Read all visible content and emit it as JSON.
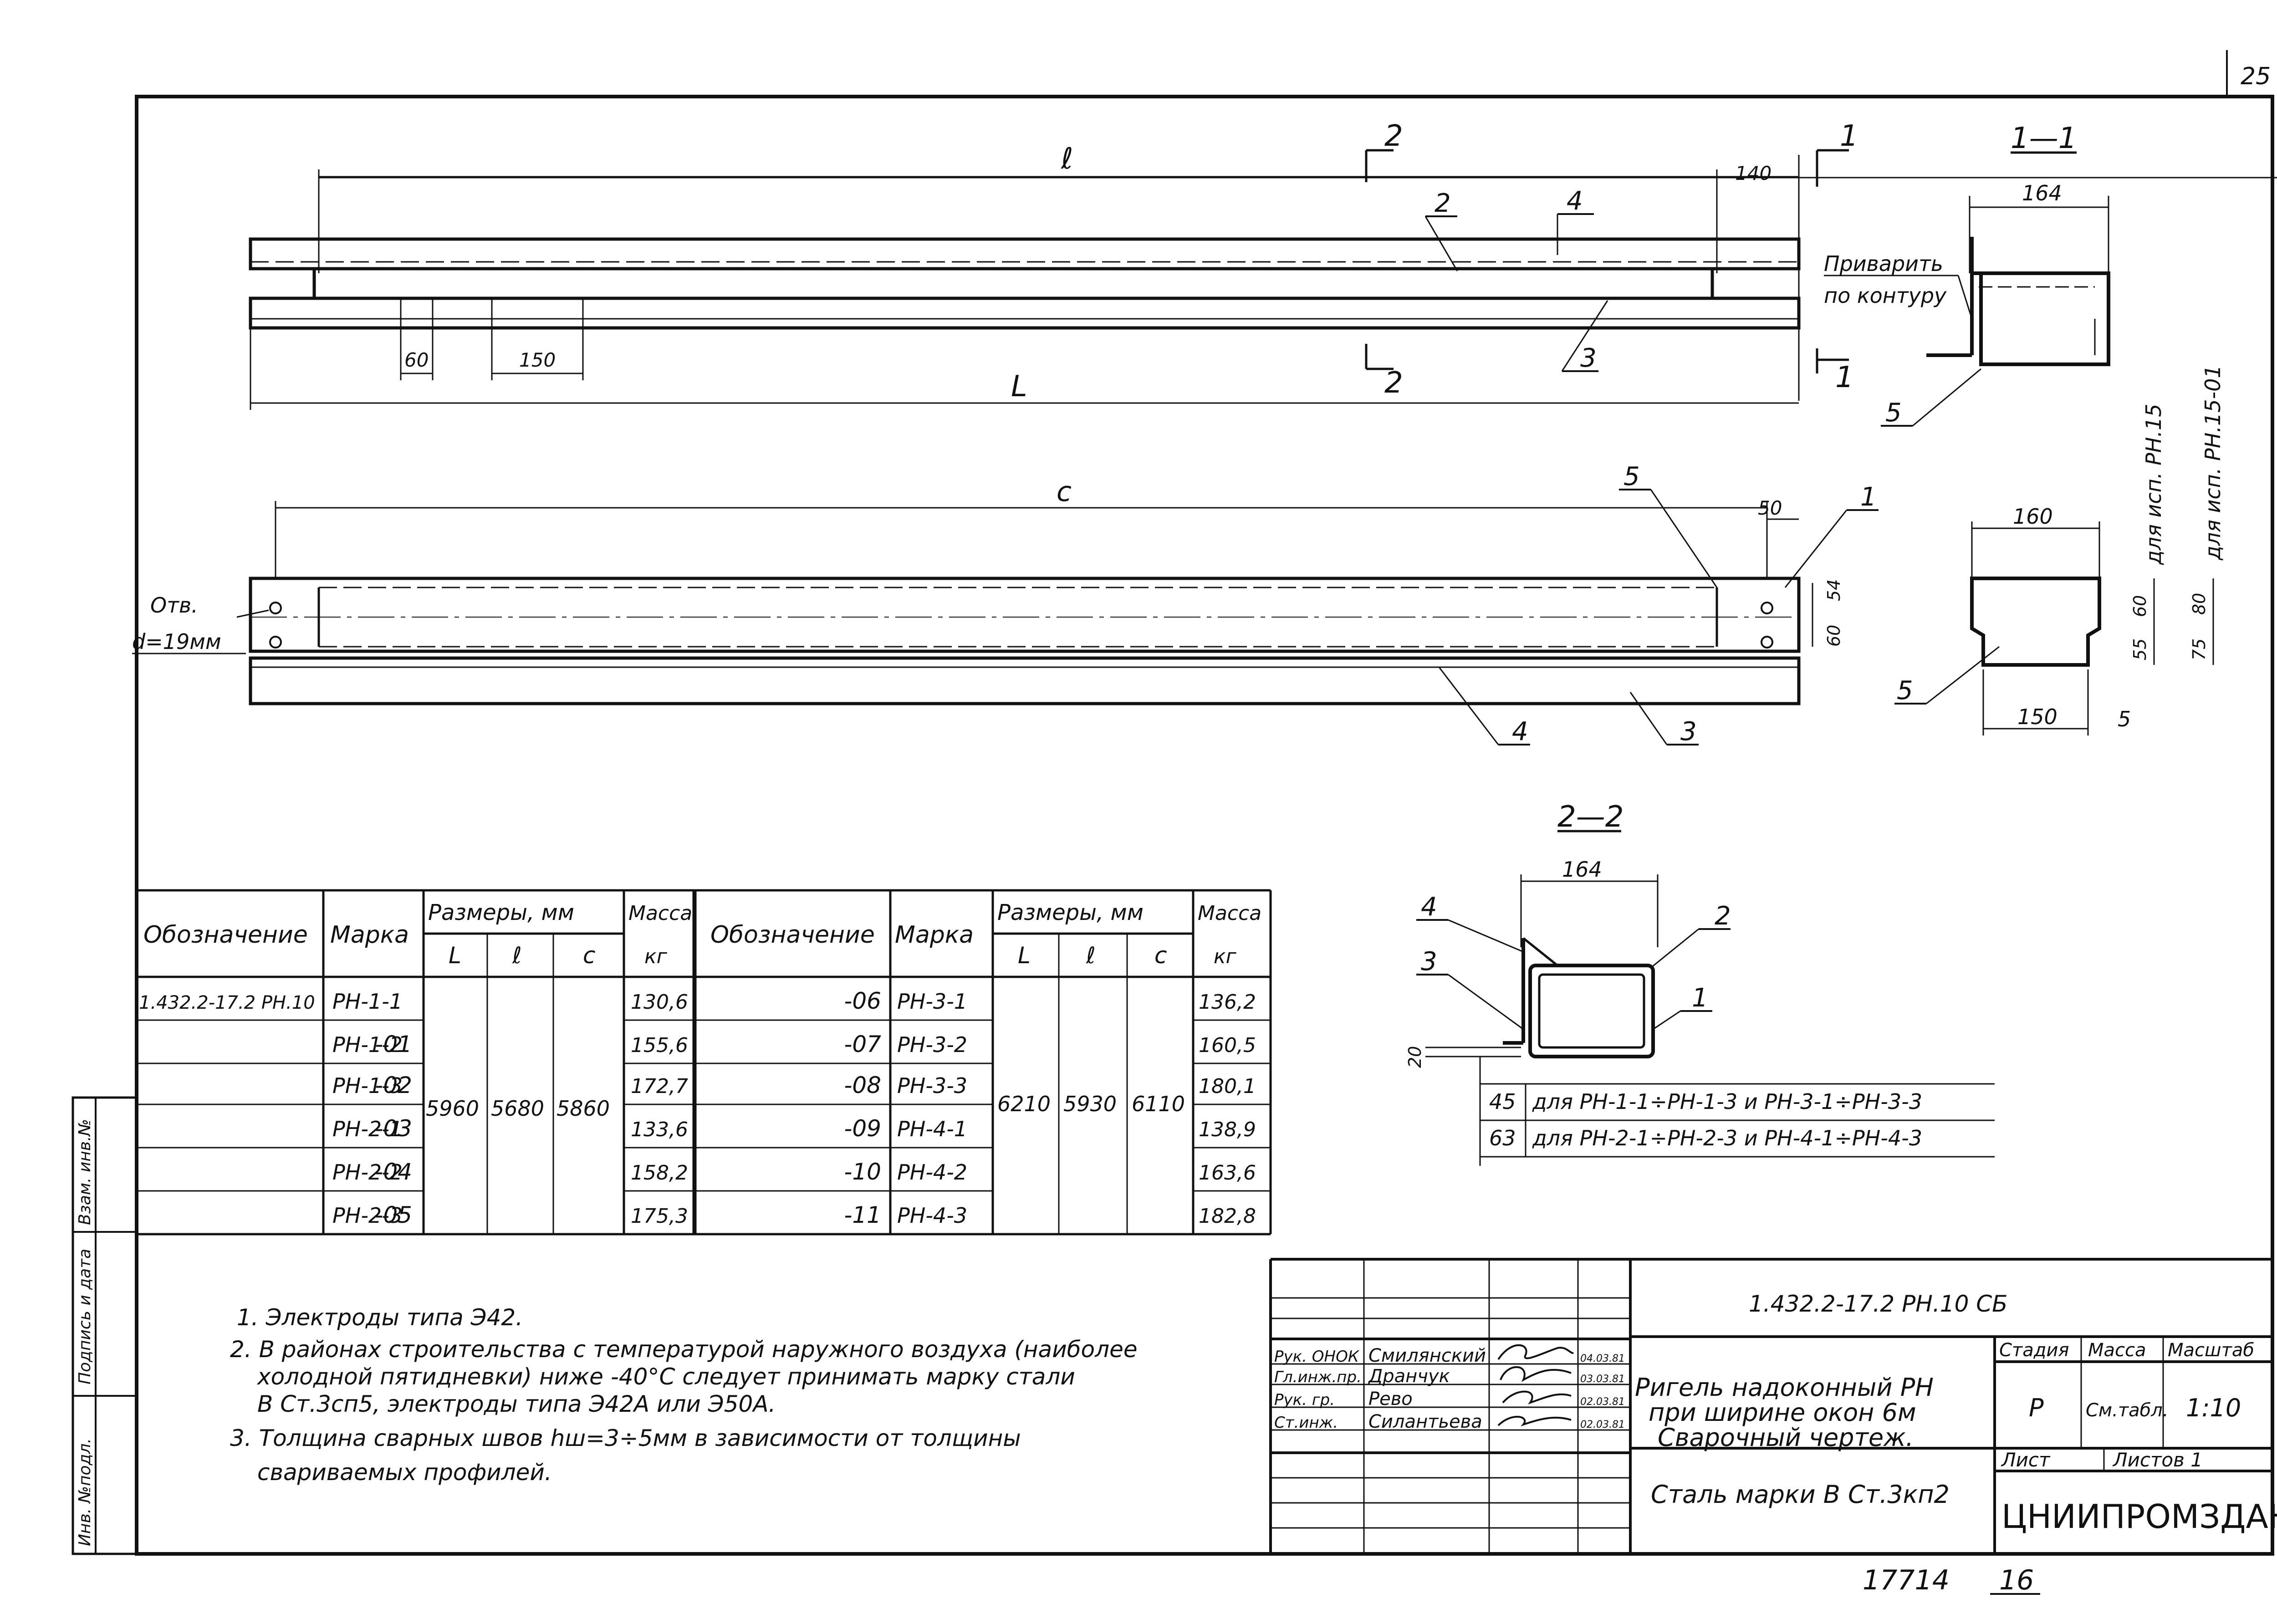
{
  "corner_mark": "25",
  "top_view": {
    "dim_l": "ℓ",
    "dim_L": "L",
    "dim_140": "140",
    "dim_60": "60",
    "dim_150": "150",
    "sec2": "2",
    "sec1": "1",
    "pos2": "2",
    "pos4": "4",
    "pos3": "3"
  },
  "section_1_1": {
    "title": "1—1",
    "dim_164": "164",
    "weld_note_1": "Приварить",
    "weld_note_2": "по контуру",
    "pos5": "5",
    "note_rn15": "для исп. РН.15",
    "note_rn1501": "для исп. РН.15-01"
  },
  "side_view": {
    "dim_c": "c",
    "dim_50": "50",
    "dim_60": "60",
    "dim_54": "54",
    "holes_1": "Отв.",
    "holes_2": "d=19мм",
    "pos5": "5",
    "pos1": "1",
    "pos4": "4",
    "pos3": "3"
  },
  "plate_detail": {
    "dim_160": "160",
    "dim_150": "150",
    "dim_5": "5",
    "dim_60": "60",
    "dim_55": "55",
    "dim_80": "80",
    "dim_75": "75",
    "pos5": "5"
  },
  "section_2_2": {
    "title": "2—2",
    "dim_164": "164",
    "dim_20": "20",
    "pos4": "4",
    "pos2": "2",
    "pos3": "3",
    "pos1": "1",
    "row1_val": "45",
    "row1_text": "для РН-1-1÷РН-1-3 и РН-3-1÷РН-3-3",
    "row2_val": "63",
    "row2_text": "для РН-2-1÷РН-2-3 и РН-4-1÷РН-4-3"
  },
  "table": {
    "h_designation": "Обозначение",
    "h_mark": "Марка",
    "h_dims": "Размеры, мм",
    "h_L": "L",
    "h_l": "ℓ",
    "h_c": "c",
    "h_mass": "Масса",
    "h_kg": "кг",
    "left": {
      "rows": [
        {
          "designation": "1.432.2-17.2 РН.10",
          "mark": "РН-1-1",
          "mass": "130,6"
        },
        {
          "designation": "-01",
          "mark": "РН-1-2",
          "mass": "155,6"
        },
        {
          "designation": "-02",
          "mark": "РН-1-3",
          "mass": "172,7"
        },
        {
          "designation": "-03",
          "mark": "РН-2-1",
          "mass": "133,6"
        },
        {
          "designation": "-04",
          "mark": "РН-2-2",
          "mass": "158,2"
        },
        {
          "designation": "-05",
          "mark": "РН-2-3",
          "mass": "175,3"
        }
      ],
      "L": "5960",
      "l": "5680",
      "c": "5860"
    },
    "right": {
      "rows": [
        {
          "designation": "-06",
          "mark": "РН-3-1",
          "mass": "136,2"
        },
        {
          "designation": "-07",
          "mark": "РН-3-2",
          "mass": "160,5"
        },
        {
          "designation": "-08",
          "mark": "РН-3-3",
          "mass": "180,1"
        },
        {
          "designation": "-09",
          "mark": "РН-4-1",
          "mass": "138,9"
        },
        {
          "designation": "-10",
          "mark": "РН-4-2",
          "mass": "163,6"
        },
        {
          "designation": "-11",
          "mark": "РН-4-3",
          "mass": "182,8"
        }
      ],
      "L": "6210",
      "l": "5930",
      "c": "6110"
    }
  },
  "notes": [
    "1. Электроды типа Э42.",
    "2. В районах строительства с температурой наружного воздуха (наиболее",
    "холодной пятидневки) ниже -40°С следует принимать марку стали",
    "В Ст.3сп5, электроды типа Э42А или Э50А.",
    "3. Толщина сварных швов hш=3÷5мм в зависимости от толщины",
    "свариваемых профилей."
  ],
  "side_stamp": {
    "inv_podl": "Инв. №подл.",
    "signature_date": "Подпись и дата",
    "vzam_inv": "Взам. инв.№"
  },
  "title_block": {
    "code": "1.432.2-17.2 РН.10 СБ",
    "title_1": "Ригель надоконный РН",
    "title_2": "при ширине окон 6м",
    "title_3": "Сварочный чертеж.",
    "material": "Сталь марки В Ст.3кп2",
    "h_stage": "Стадия",
    "h_mass": "Масса",
    "h_scale": "Масштаб",
    "stage": "Р",
    "mass": "См.табл.",
    "scale": "1:10",
    "sheet": "Лист",
    "sheets": "Листов 1",
    "org": "ЦНИИПРОМЗДАНИЙ",
    "people": [
      {
        "role": "Рук. ОНОК",
        "name": "Смилянский",
        "date": "04.03.81"
      },
      {
        "role": "Гл.инж.пр.",
        "name": "Дранчук",
        "date": "03.03.81"
      },
      {
        "role": "Рук. гр.",
        "name": "Рево",
        "date": "02.03.81"
      },
      {
        "role": "Ст.инж.",
        "name": "Силантьева",
        "date": "02.03.81"
      }
    ]
  },
  "bottom_numbers": {
    "archive": "17714",
    "page": "16"
  }
}
